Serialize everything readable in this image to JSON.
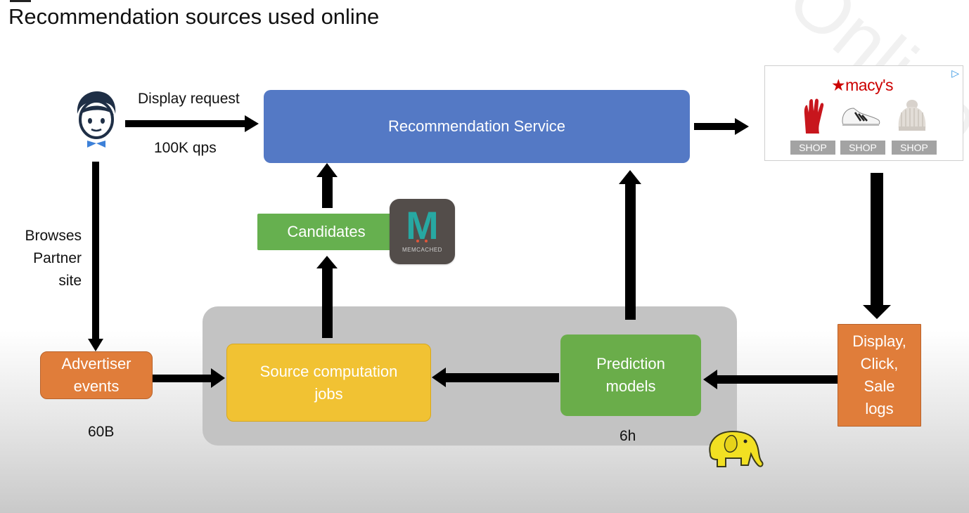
{
  "title": "Recommendation sources used online",
  "watermark": "Online",
  "labels": {
    "display_request": "Display request",
    "qps": "100K qps",
    "browses": [
      "Browses",
      "Partner",
      "site"
    ],
    "events_count": "60B",
    "prediction_interval": "6h"
  },
  "boxes": {
    "recommendation_service": "Recommendation Service",
    "candidates": "Candidates",
    "source_computation": [
      "Source computation",
      "jobs"
    ],
    "prediction_models": [
      "Prediction",
      "models"
    ],
    "advertiser_events": [
      "Advertiser",
      "events"
    ],
    "logs": [
      "Display,",
      "Click,",
      "Sale",
      "logs"
    ]
  },
  "memcached": {
    "letter": "M",
    "caption": "MEMCACHED"
  },
  "ad": {
    "brand": "macy's",
    "brand_star": "★",
    "choice_icon": "▷",
    "shop_buttons": [
      "SHOP",
      "SHOP",
      "SHOP"
    ]
  },
  "colors": {
    "recommendation_service": "#5479c5",
    "candidates": "#66b04f",
    "source_computation": "#f1c233",
    "prediction_models": "#6aad4a",
    "advertiser_events": "#e07d3a",
    "logs": "#e07d3a",
    "hadoop_background": "#c3c3c3"
  },
  "icons": [
    "user-avatar-icon",
    "memcached-logo-icon",
    "hadoop-elephant-icon",
    "glove-icon",
    "sneaker-icon",
    "beanie-icon",
    "adchoices-icon"
  ]
}
